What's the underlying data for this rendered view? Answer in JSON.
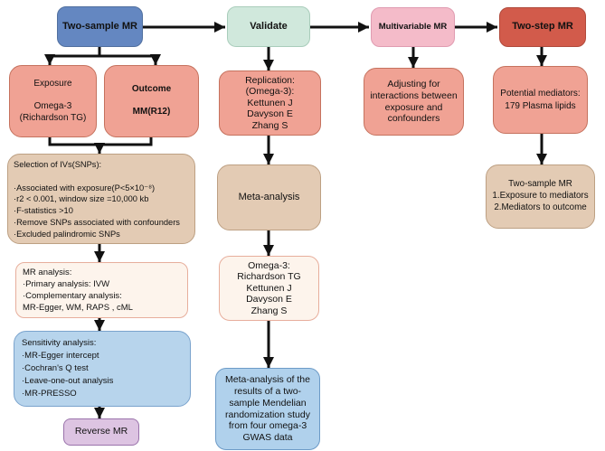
{
  "diagram": {
    "type": "flowchart",
    "palette": {
      "header_blue": "#6487c1",
      "header_mint": "#d0e8dc",
      "header_pink": "#f4bbc9",
      "header_red": "#d25b4b",
      "box_salmon": "#f0a294",
      "box_tan": "#e3cbb4",
      "box_cream": "#fdf4ec",
      "box_light_blue": "#b7d4ec",
      "box_purple": "#ddc4e2",
      "arrow": "#111111"
    },
    "nodes": {
      "two_sample_header": {
        "text": "Two-sample MR"
      },
      "validate_header": {
        "text": "Validate"
      },
      "multivariable_header": {
        "text": "Multivariable MR"
      },
      "two_step_header": {
        "text": "Two-step MR"
      },
      "exposure": {
        "text": "Exposure\n\nOmega-3\n(Richardson TG)"
      },
      "outcome": {
        "text": "Outcome\n\nMM(R12)"
      },
      "iv_selection": {
        "text": "Selection of IVs(SNPs):\n\n·Associated with exposure(P<5×10⁻⁸)\n·r2 < 0.001, window size =10,000 kb\n·F-statistics >10\n·Remove SNPs associated with confounders\n·Excluded palindromic SNPs"
      },
      "mr_analysis": {
        "text": "MR analysis:\n·Primary analysis: IVW\n·Complementary analysis:\nMR-Egger,  WM,  RAPS ,  cML"
      },
      "sensitivity": {
        "text": "Sensitivity analysis:\n·MR-Egger intercept\n·Cochran's Q test\n·Leave-one-out analysis\n·MR-PRESSO"
      },
      "reverse_mr": {
        "text": "Reverse MR"
      },
      "replication": {
        "text": "Replication:\n(Omega-3):\nKettunen J\nDavyson E\nZhang S"
      },
      "meta_analysis": {
        "text": "Meta-analysis"
      },
      "omega3_sources": {
        "text": "Omega-3:\nRichardson TG\nKettunen J\nDavyson E\nZhang S"
      },
      "meta_result": {
        "text": "Meta-analysis  of the\nresults of a two-\nsample Mendelian\nrandomization study\nfrom four omega-3\nGWAS data"
      },
      "adjusting": {
        "text": "Adjusting for\ninteractions between\nexposure and\nconfounders"
      },
      "mediators": {
        "text": "Potential mediators:\n179 Plasma lipids"
      },
      "two_step_steps": {
        "text": "Two-sample MR\n1.Exposure to mediators\n2.Mediators to outcome"
      }
    },
    "edges": [
      {
        "from": "two_sample_header",
        "to": "validate_header"
      },
      {
        "from": "validate_header",
        "to": "multivariable_header"
      },
      {
        "from": "multivariable_header",
        "to": "two_step_header"
      },
      {
        "from": "two_sample_header",
        "to": "exposure"
      },
      {
        "from": "two_sample_header",
        "to": "outcome"
      },
      {
        "from": "exposure",
        "to": "iv_selection"
      },
      {
        "from": "outcome",
        "to": "iv_selection"
      },
      {
        "from": "iv_selection",
        "to": "mr_analysis"
      },
      {
        "from": "mr_analysis",
        "to": "sensitivity"
      },
      {
        "from": "sensitivity",
        "to": "reverse_mr"
      },
      {
        "from": "validate_header",
        "to": "replication"
      },
      {
        "from": "replication",
        "to": "meta_analysis"
      },
      {
        "from": "meta_analysis",
        "to": "omega3_sources"
      },
      {
        "from": "omega3_sources",
        "to": "meta_result"
      },
      {
        "from": "multivariable_header",
        "to": "adjusting"
      },
      {
        "from": "two_step_header",
        "to": "mediators"
      },
      {
        "from": "mediators",
        "to": "two_step_steps"
      }
    ]
  }
}
